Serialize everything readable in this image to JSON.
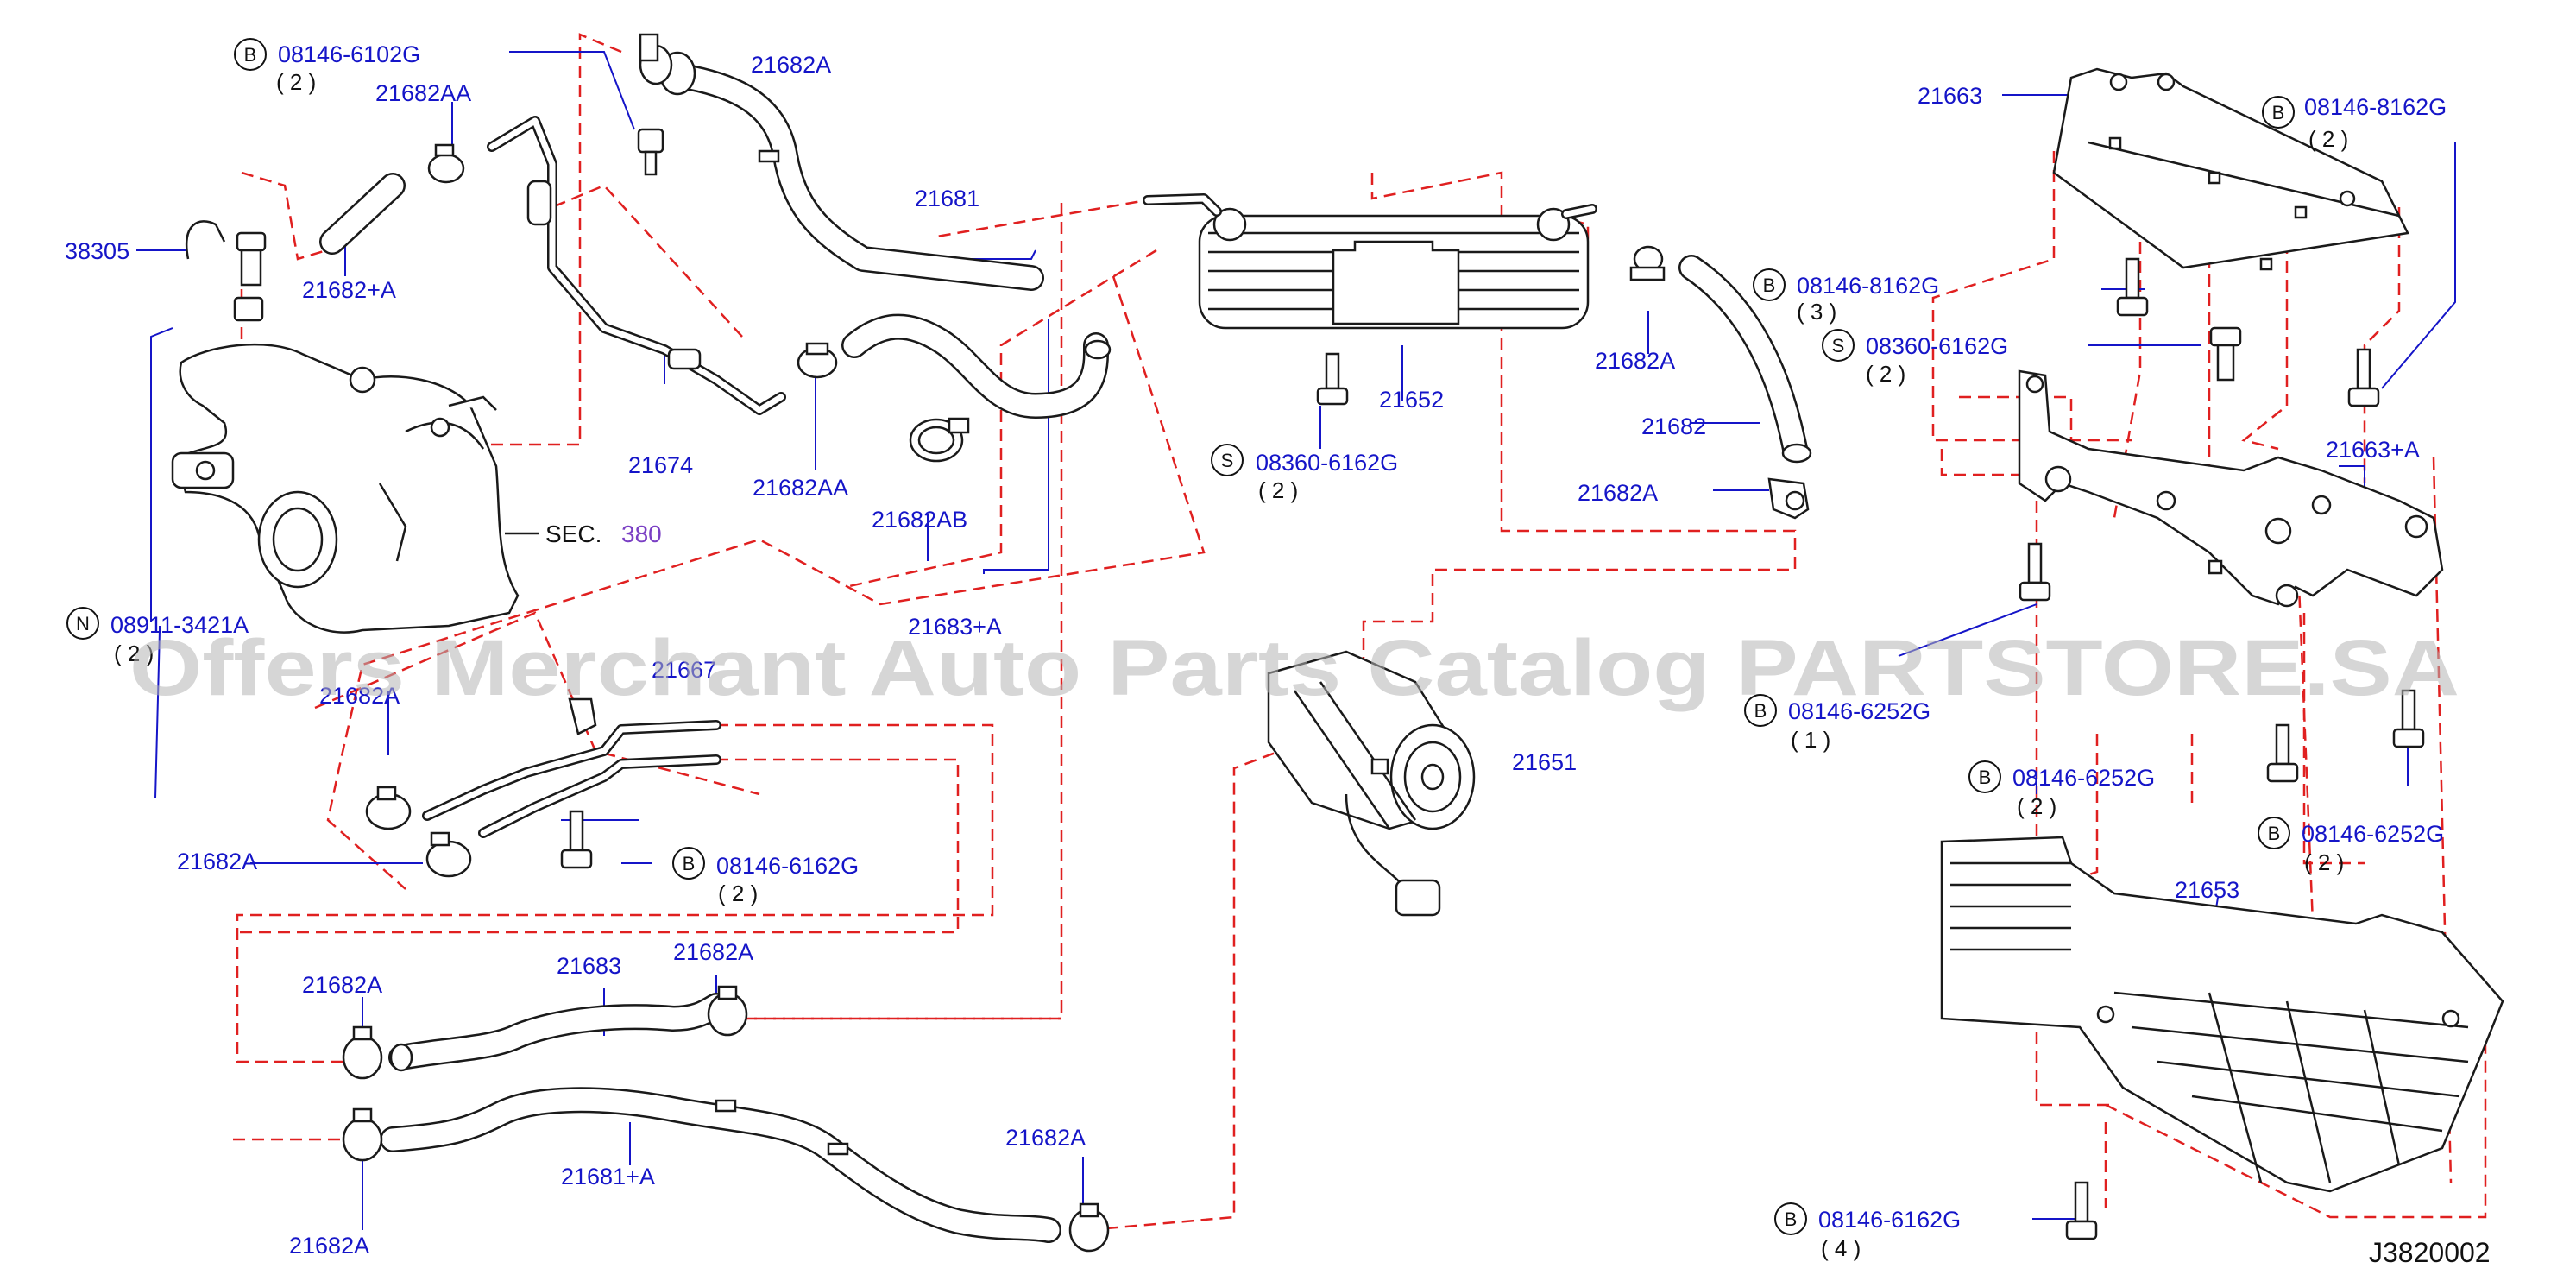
{
  "watermark": "Offers Merchant Auto Parts Catalog PARTSTORE.SA",
  "drawing_code": "J3820002",
  "section_ref": {
    "prefix": "SEC.",
    "number": "380"
  },
  "callouts": {
    "b_08146_6102g": {
      "badge": "B",
      "part": "08146-6102G",
      "qty": "( 2 )"
    },
    "b_08146_8162g_top": {
      "badge": "B",
      "part": "08146-8162G",
      "qty": "( 2 )"
    },
    "b_08146_8162g_mid": {
      "badge": "B",
      "part": "08146-8162G",
      "qty": "( 3 )"
    },
    "s_08360_6162g_right": {
      "badge": "S",
      "part": "08360-6162G",
      "qty": "( 2 )"
    },
    "s_08360_6162g_center": {
      "badge": "S",
      "part": "08360-6162G",
      "qty": "( 2 )"
    },
    "n_08911_3421a": {
      "badge": "N",
      "part": "08911-3421A",
      "qty": "( 2 )"
    },
    "b_08146_6162g_left": {
      "badge": "B",
      "part": "08146-6162G",
      "qty": "( 2 )"
    },
    "b_08146_6252g_1": {
      "badge": "B",
      "part": "08146-6252G",
      "qty": "( 1 )"
    },
    "b_08146_6252g_2a": {
      "badge": "B",
      "part": "08146-6252G",
      "qty": "( 2 )"
    },
    "b_08146_6252g_2b": {
      "badge": "B",
      "part": "08146-6252G",
      "qty": "( 2 )"
    },
    "b_08146_6162g_bottom": {
      "badge": "B",
      "part": "08146-6162G",
      "qty": "( 4 )"
    }
  },
  "part_labels": {
    "p21682a_top": "21682A",
    "p21682aa_top": "21682AA",
    "p38305": "38305",
    "p21682plusa": "21682+A",
    "p21681": "21681",
    "p21674": "21674",
    "p21682aa_mid": "21682AA",
    "p21682ab": "21682AB",
    "p21683plusa": "21683+A",
    "p21652": "21652",
    "p21682a_cooler": "21682A",
    "p21682": "21682",
    "p21682a_clip": "21682A",
    "p21663": "21663",
    "p21663plusa": "21663+A",
    "p21667": "21667",
    "p21682a_l1": "21682A",
    "p21682a_l2": "21682A",
    "p21651": "21651",
    "p21683": "21683",
    "p21682a_l3": "21682A",
    "p21682a_l4": "21682A",
    "p21681plusa": "21681+A",
    "p21682a_l5": "21682A",
    "p21682a_l6": "21682A",
    "p21653": "21653"
  }
}
